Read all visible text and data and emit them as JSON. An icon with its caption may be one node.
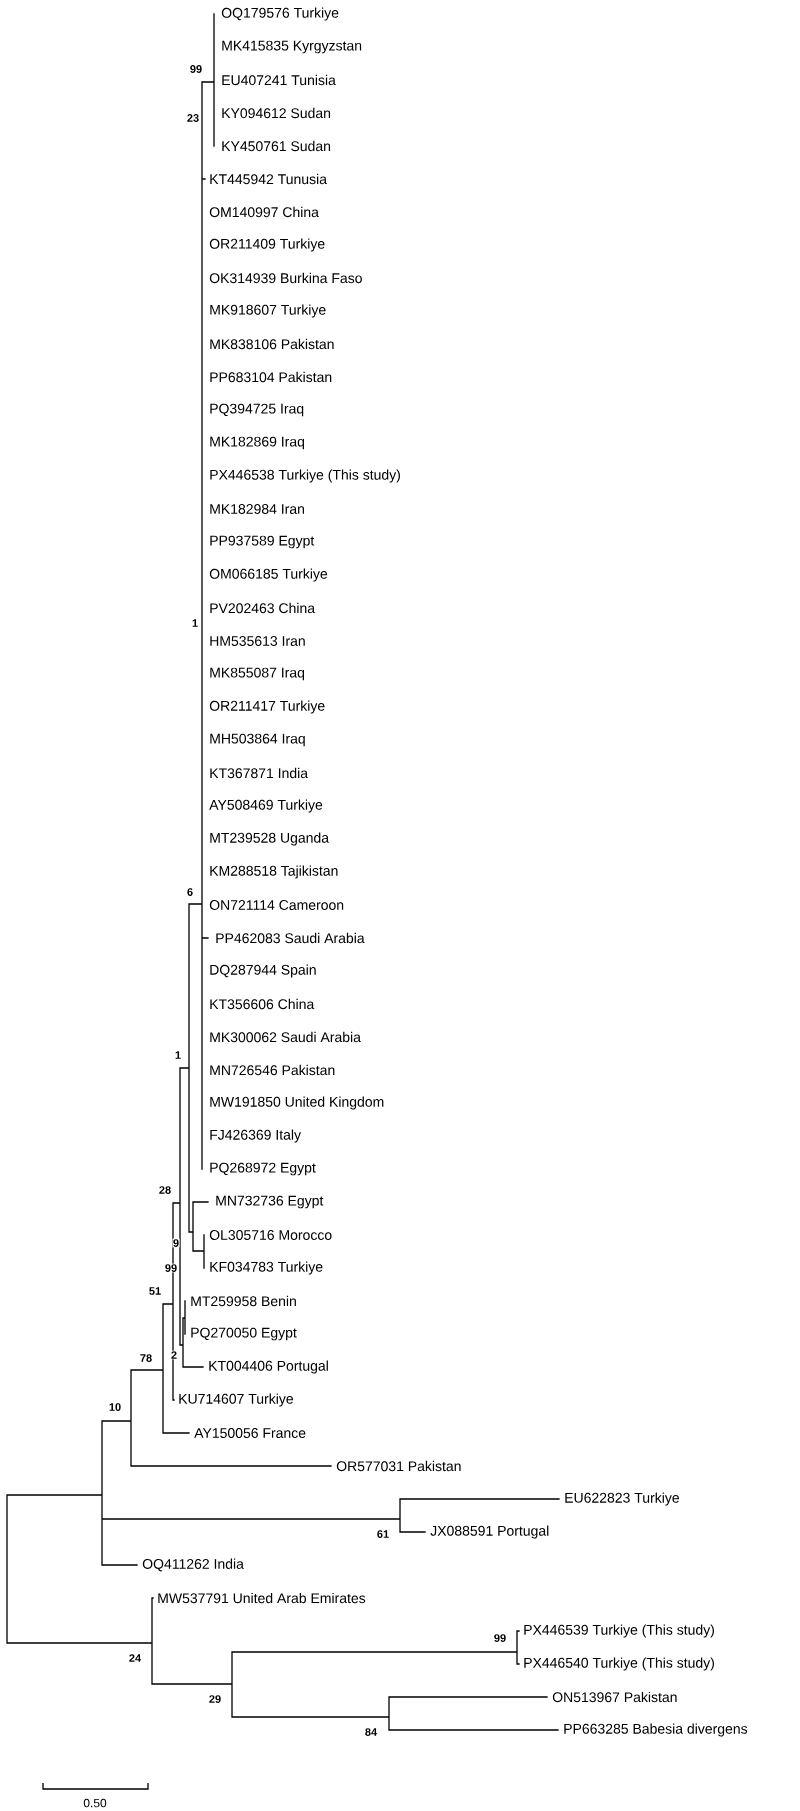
{
  "diagram": {
    "labels": [
      "OQ179576 Turkiye",
      "MK415835 Kyrgyzstan",
      "99",
      "EU407241 Tunisia",
      "KY094612 Sudan",
      "23",
      "KY450761 Sudan",
      "KT445942 Tunusia",
      "OM140997 China",
      "OR211409 Turkiye",
      "OK314939 Burkina Faso",
      "MK918607 Turkiye",
      "MK838106 Pakistan",
      "PP683104 Pakistan",
      "PQ394725 Iraq",
      "MK182869 Iraq",
      "PX446538 Turkiye (This study)",
      "MK182984 Iran",
      "PP937589 Egypt",
      "OM066185 Turkiye",
      "PV202463 China",
      "1",
      "HM535613 Iran",
      "MK855087 Iraq",
      "OR211417 Turkiye",
      "MH503864 Iraq",
      "KT367871 India",
      "AY508469 Turkiye",
      "MT239528 Uganda",
      "KM288518 Tajikistan",
      "6",
      "ON721114 Cameroon",
      "PP462083 Saudi Arabia",
      "DQ287944 Spain",
      "KT356606 China",
      "MK300062 Saudi Arabia",
      "1",
      "MN726546 Pakistan",
      "MW191850 United Kingdom",
      "FJ426369 Italy",
      "PQ268972 Egypt",
      "28",
      "MN732736 Egypt",
      "OL305716 Morocco",
      "9",
      "KF034783 Turkiye",
      "99",
      "51",
      "MT259958 Benin",
      "PQ270050 Egypt",
      "2",
      "78",
      "KT004406 Portugal",
      "KU714607 Turkiye",
      "10",
      "AY150056 France",
      "OR577031 Pakistan",
      "EU622823 Turkiye",
      "JX088591 Portugal",
      "61",
      "OQ411262 India",
      "MW537791 United Arab Emirates",
      "PX446539 Turkiye (This study)",
      "99",
      "24",
      "PX446540 Turkiye (This study)",
      "ON513967 Pakistan",
      "29",
      "PP663285 Babesia divergens",
      "84",
      "0.50"
    ]
  }
}
